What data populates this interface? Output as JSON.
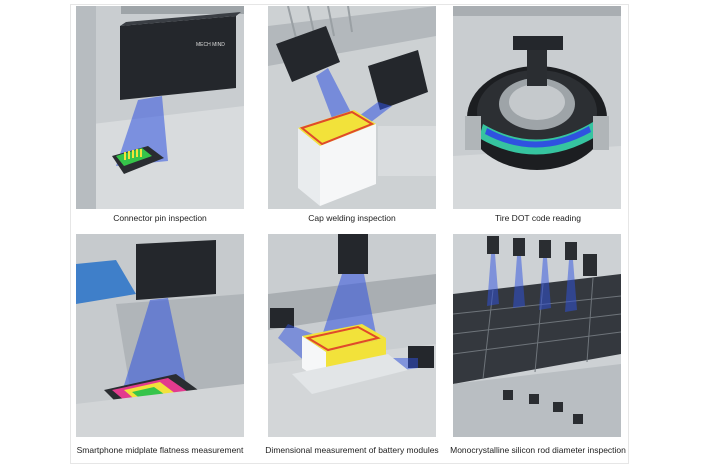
{
  "brand_label": "MECH MIND",
  "tiles": [
    {
      "caption": "Connector pin inspection",
      "image": "connector-pin-inspection-image"
    },
    {
      "caption": "Cap welding inspection",
      "image": "cap-welding-inspection-image"
    },
    {
      "caption": "Tire DOT code reading",
      "image": "tire-dot-code-reading-image"
    },
    {
      "caption": "Smartphone midplate flatness measurement",
      "image": "smartphone-midplate-flatness-image"
    },
    {
      "caption": "Dimensional measurement of battery modules",
      "image": "battery-module-measurement-image"
    },
    {
      "caption": "Monocrystalline silicon rod diameter inspection",
      "image": "silicon-rod-diameter-image"
    }
  ],
  "colors": {
    "beam": "#2f52e0",
    "camera": "#1f2227",
    "scene_bg": "#c8cccf",
    "highlight_yellow": "#f2e23a",
    "highlight_green": "#36c44a"
  }
}
